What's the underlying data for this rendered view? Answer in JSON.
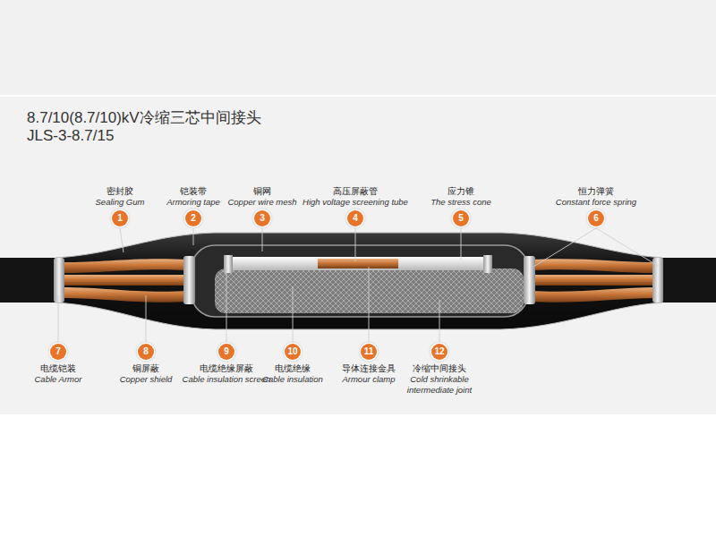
{
  "diagram": {
    "title": "8.7/10(8.7/10)kV冷缩三芯中间接头",
    "nodes": [
      {
        "text": [
          "密封胶",
          "Sealing Gum",
          "1"
        ]
      },
      {
        "text": [
          "铠装带",
          "Armoring tape",
          "2"
        ]
      },
      {
        "text": [
          "铜网",
          "Copper wire mesh",
          "3"
        ]
      },
      {
        "text": [
          "高压屏蔽管",
          "High voltage screening tube",
          "4"
        ]
      },
      {
        "text": [
          "应力锥",
          "The stress cone",
          "5"
        ]
      },
      {
        "text": [
          "恒力弹簧",
          "Constant force spring",
          "6"
        ]
      },
      {
        "text": [
          "7",
          "电缆铠装",
          "Cable Armor"
        ]
      },
      {
        "text": [
          "8",
          "铜屏蔽",
          "Copper shield"
        ]
      },
      {
        "text": [
          "9",
          "电缆绝缘屏蔽",
          "Cable insulation screen"
        ]
      },
      {
        "text": [
          "10",
          "电缆绝缘",
          "Cable insulation"
        ]
      },
      {
        "text": [
          "11",
          "导体连接金具",
          "Armour clamp"
        ]
      },
      {
        "text": [
          "12",
          "冷缩中间接头",
          "Cold shrinkable intermediate joint"
        ]
      }
    ],
    "labels": [
      "JLS-3-8.7/15"
    ]
  }
}
